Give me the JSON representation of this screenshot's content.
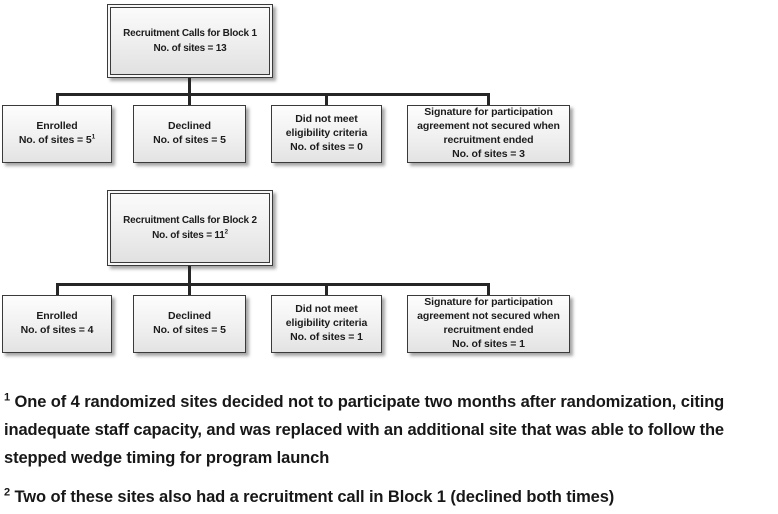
{
  "colors": {
    "background": "#ffffff",
    "box_border": "#3a3a3a",
    "box_fill_top": "#fdfdfd",
    "box_fill_bottom": "#e3e3e3",
    "connector_line": "#262626",
    "text": "#1c1c1c"
  },
  "block1": {
    "header": {
      "title": "Recruitment Calls for Block 1",
      "sites": "No. of sites = 13",
      "sup": ""
    },
    "children": [
      {
        "l1": "Enrolled",
        "l2": "",
        "l3": "",
        "sites": "No. of sites = 5",
        "sup": "1"
      },
      {
        "l1": "Declined",
        "l2": "",
        "l3": "",
        "sites": "No. of sites = 5",
        "sup": ""
      },
      {
        "l1": "Did not meet",
        "l2": "eligibility criteria",
        "l3": "",
        "sites": "No. of sites = 0",
        "sup": ""
      },
      {
        "l1": "Signature for participation",
        "l2": "agreement not secured when",
        "l3": "recruitment ended",
        "sites": "No. of sites = 3",
        "sup": ""
      }
    ]
  },
  "block2": {
    "header": {
      "title": "Recruitment Calls for Block 2",
      "sites": "No. of sites = 11",
      "sup": "2"
    },
    "children": [
      {
        "l1": "Enrolled",
        "l2": "",
        "l3": "",
        "sites": "No. of sites = 4",
        "sup": ""
      },
      {
        "l1": "Declined",
        "l2": "",
        "l3": "",
        "sites": "No. of sites = 5",
        "sup": ""
      },
      {
        "l1": "Did not meet",
        "l2": "eligibility criteria",
        "l3": "",
        "sites": "No. of sites = 1",
        "sup": ""
      },
      {
        "l1": "Signature for participation",
        "l2": "agreement not secured when",
        "l3": "recruitment ended",
        "sites": "No. of sites = 1",
        "sup": ""
      }
    ]
  },
  "footnotes": [
    {
      "marker": "1",
      "text": "One of 4 randomized sites decided not to participate two months after randomization, citing inadequate staff capacity, and was replaced with an additional site that was able to follow the stepped wedge timing for program launch"
    },
    {
      "marker": "2",
      "text": "Two of these sites also had a recruitment call in Block 1 (declined both times)"
    }
  ]
}
